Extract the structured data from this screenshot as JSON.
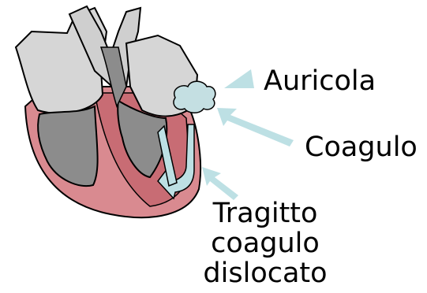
{
  "labels": {
    "auricola": "Auricola",
    "coagulo": "Coagulo",
    "tragitto_line1": "Tragitto",
    "tragitto_line2": "coagulo",
    "tragitto_line3": "dislocato"
  },
  "colors": {
    "myocardium": "#d98a90",
    "myocardium_inner": "#c86c74",
    "chamber": "#8c8c8c",
    "vessel": "#cfcfcf",
    "clot": "#c4dfe2",
    "arrow": "#bde0e4",
    "outline": "#000000"
  }
}
